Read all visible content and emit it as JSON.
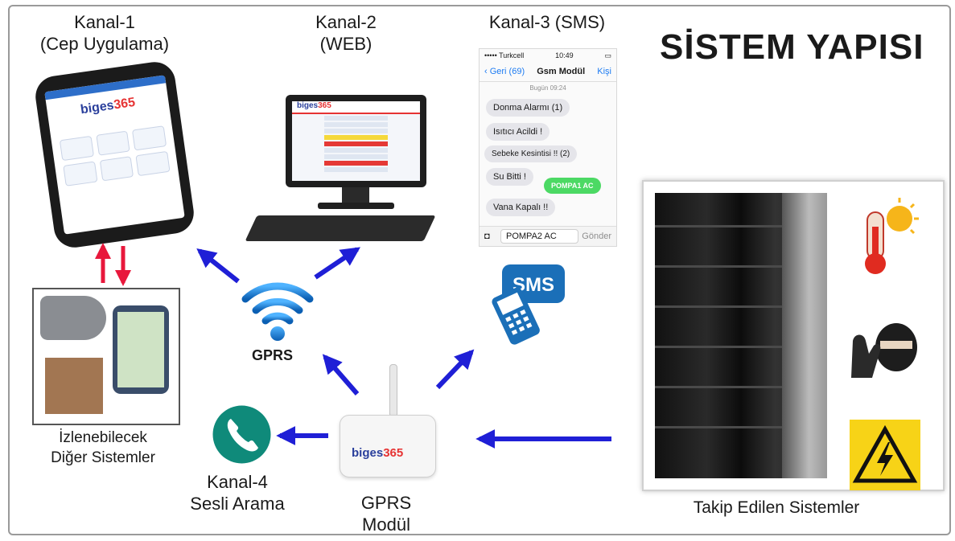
{
  "title": "SİSTEM YAPISI",
  "channels": {
    "ch1": {
      "line1": "Kanal-1",
      "line2": "(Cep Uygulama)"
    },
    "ch2": {
      "line1": "Kanal-2",
      "line2": "(WEB)"
    },
    "ch3": {
      "line1": "Kanal-3 (SMS)"
    },
    "ch4": {
      "line1": "Kanal-4",
      "line2": "Sesli Arama"
    }
  },
  "other_systems": {
    "line1": "İzlenebilecek",
    "line2": "Diğer Sistemler"
  },
  "gprs_label": "GPRS",
  "modem": {
    "line1": "GPRS",
    "line2": "Modül",
    "brand_a": "biges",
    "brand_b": "365"
  },
  "tracked": "Takip Edilen Sistemler",
  "sms_screen": {
    "carrier": "••••• Turkcell",
    "time": "10:49",
    "back": "‹ Geri (69)",
    "contact": "Gsm Modül",
    "person": "Kişi",
    "date": "Bugün 09:24",
    "messages": [
      "Donma Alarmı   (1)",
      "Isıtıcı Acildi !",
      "Sebeke Kesintisi !! (2)",
      "Su Bitti !",
      "POMPA1 AC",
      "Vana Kapalı !!"
    ],
    "input_value": "POMPA2 AC",
    "send": "Gönder"
  },
  "sms_icon_text": "SMS",
  "colors": {
    "arrow": "#1f1fd6",
    "red_arrow": "#e8183c",
    "teal": "#0f8a7a",
    "sms_blue": "#1b6fb8"
  },
  "icons": [
    "wifi-icon",
    "phone-call-icon",
    "sms-icon",
    "thermometer-icon",
    "thief-icon",
    "high-voltage-icon"
  ]
}
